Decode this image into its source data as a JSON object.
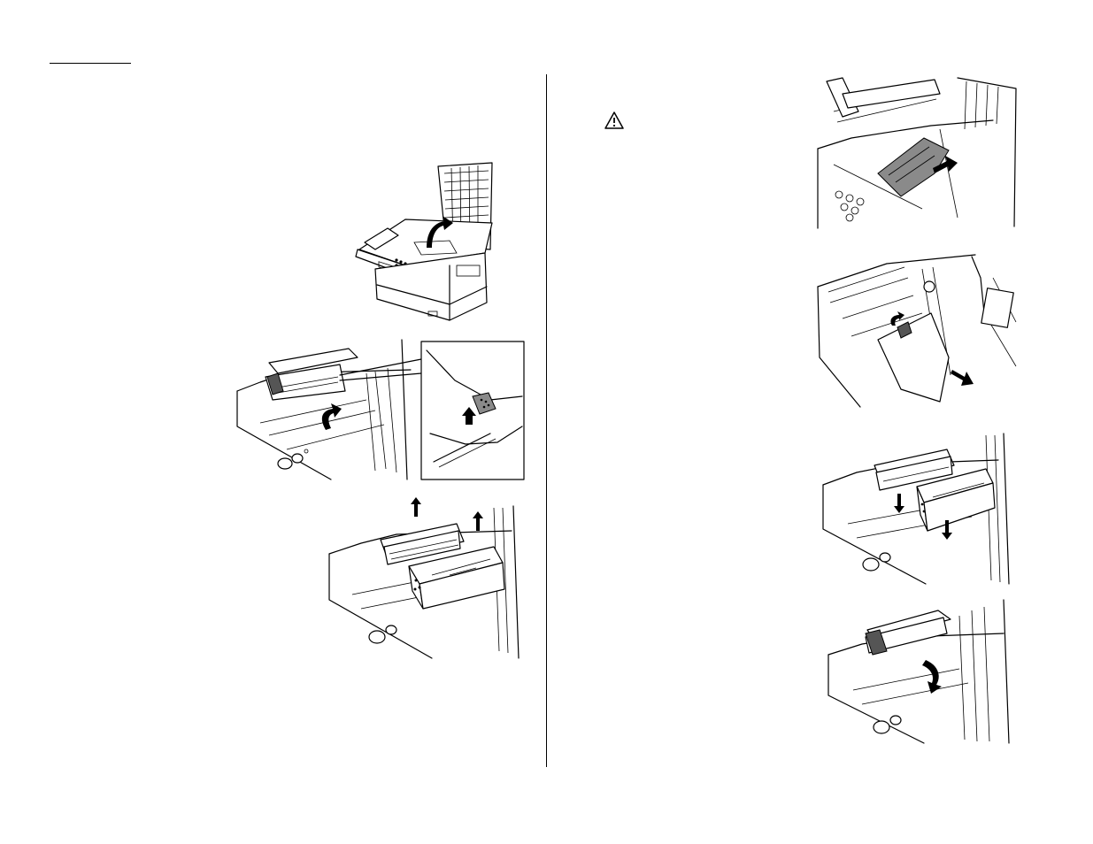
{
  "page": {
    "header_rule": true,
    "column_divider": true
  },
  "left_column": {
    "illustrations": [
      {
        "icon": "fax-machine-cover-open-illustration"
      },
      {
        "icon": "release-lever-with-detail-inset-illustration"
      },
      {
        "icon": "lift-out-drum-and-toner-illustration"
      }
    ]
  },
  "right_column": {
    "caution_icon": "warning-triangle-icon",
    "illustrations": [
      {
        "icon": "remove-jammed-paper-illustration"
      },
      {
        "icon": "pull-paper-from-roller-illustration"
      },
      {
        "icon": "reinsert-drum-and-toner-illustration"
      },
      {
        "icon": "close-cover-illustration"
      }
    ]
  }
}
